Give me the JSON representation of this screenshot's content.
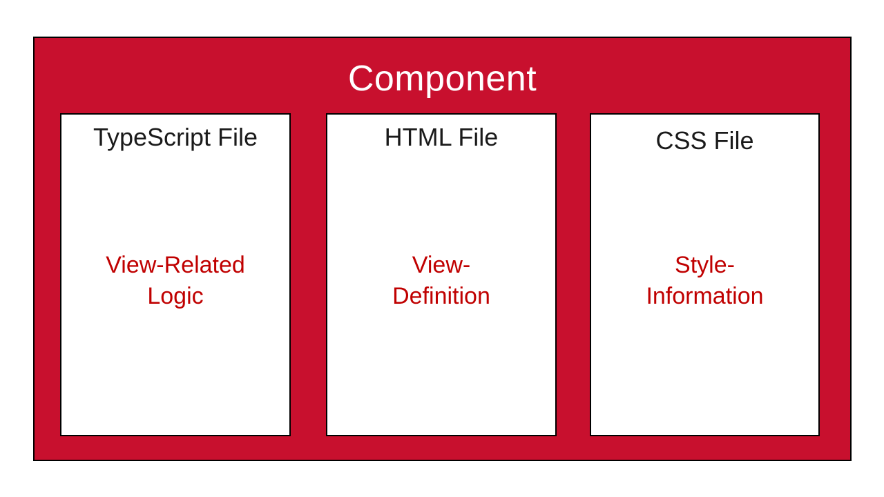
{
  "diagram": {
    "title": "Component",
    "boxes": [
      {
        "title": "TypeScript File",
        "label_line1": "View-Related",
        "label_line2": "Logic"
      },
      {
        "title": "HTML File",
        "label_line1": "View-",
        "label_line2": "Definition"
      },
      {
        "title": "CSS File",
        "label_line1": "Style-",
        "label_line2": "Information"
      }
    ],
    "colors": {
      "component_fill": "#C8102E",
      "component_border": "#000000",
      "box_fill": "#FFFFFF",
      "box_border": "#000000",
      "title_color": "#FFFFFF",
      "box_title_color": "#1A1A1A",
      "label_color": "#C00000",
      "page_background": "#FFFFFF"
    }
  }
}
